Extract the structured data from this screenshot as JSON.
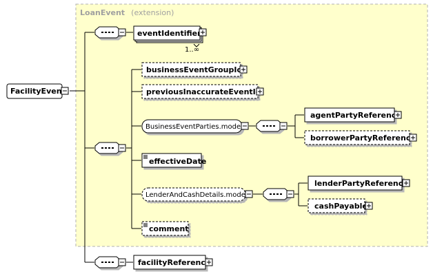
{
  "extension": {
    "base": "LoanEvent",
    "kind": "(extension)"
  },
  "root": {
    "label": "FacilityEvent"
  },
  "elements": {
    "event_identifier": {
      "label": "eventIdentifier",
      "occurs": "1..∞"
    },
    "business_event_group_id": {
      "label": "businessEventGroupId"
    },
    "previous_inaccurate_event_id": {
      "label": "previousInaccurateEventId"
    },
    "business_event_parties": {
      "label": "BusinessEventParties.model"
    },
    "agent_party_reference": {
      "label": "agentPartyReference"
    },
    "borrower_party_reference": {
      "label": "borrowerPartyReference"
    },
    "effective_date": {
      "label": "effectiveDate"
    },
    "lender_and_cash_details": {
      "label": "LenderAndCashDetails.model"
    },
    "lender_party_reference": {
      "label": "lenderPartyReference"
    },
    "cash_payable": {
      "label": "cashPayable"
    },
    "comment": {
      "label": "comment"
    },
    "facility_reference": {
      "label": "facilityReference"
    }
  },
  "colors": {
    "extension_fill": "#ffffcc",
    "extension_border": "#b0b0b0",
    "box_fill": "#ffffff",
    "line": "#000000"
  }
}
